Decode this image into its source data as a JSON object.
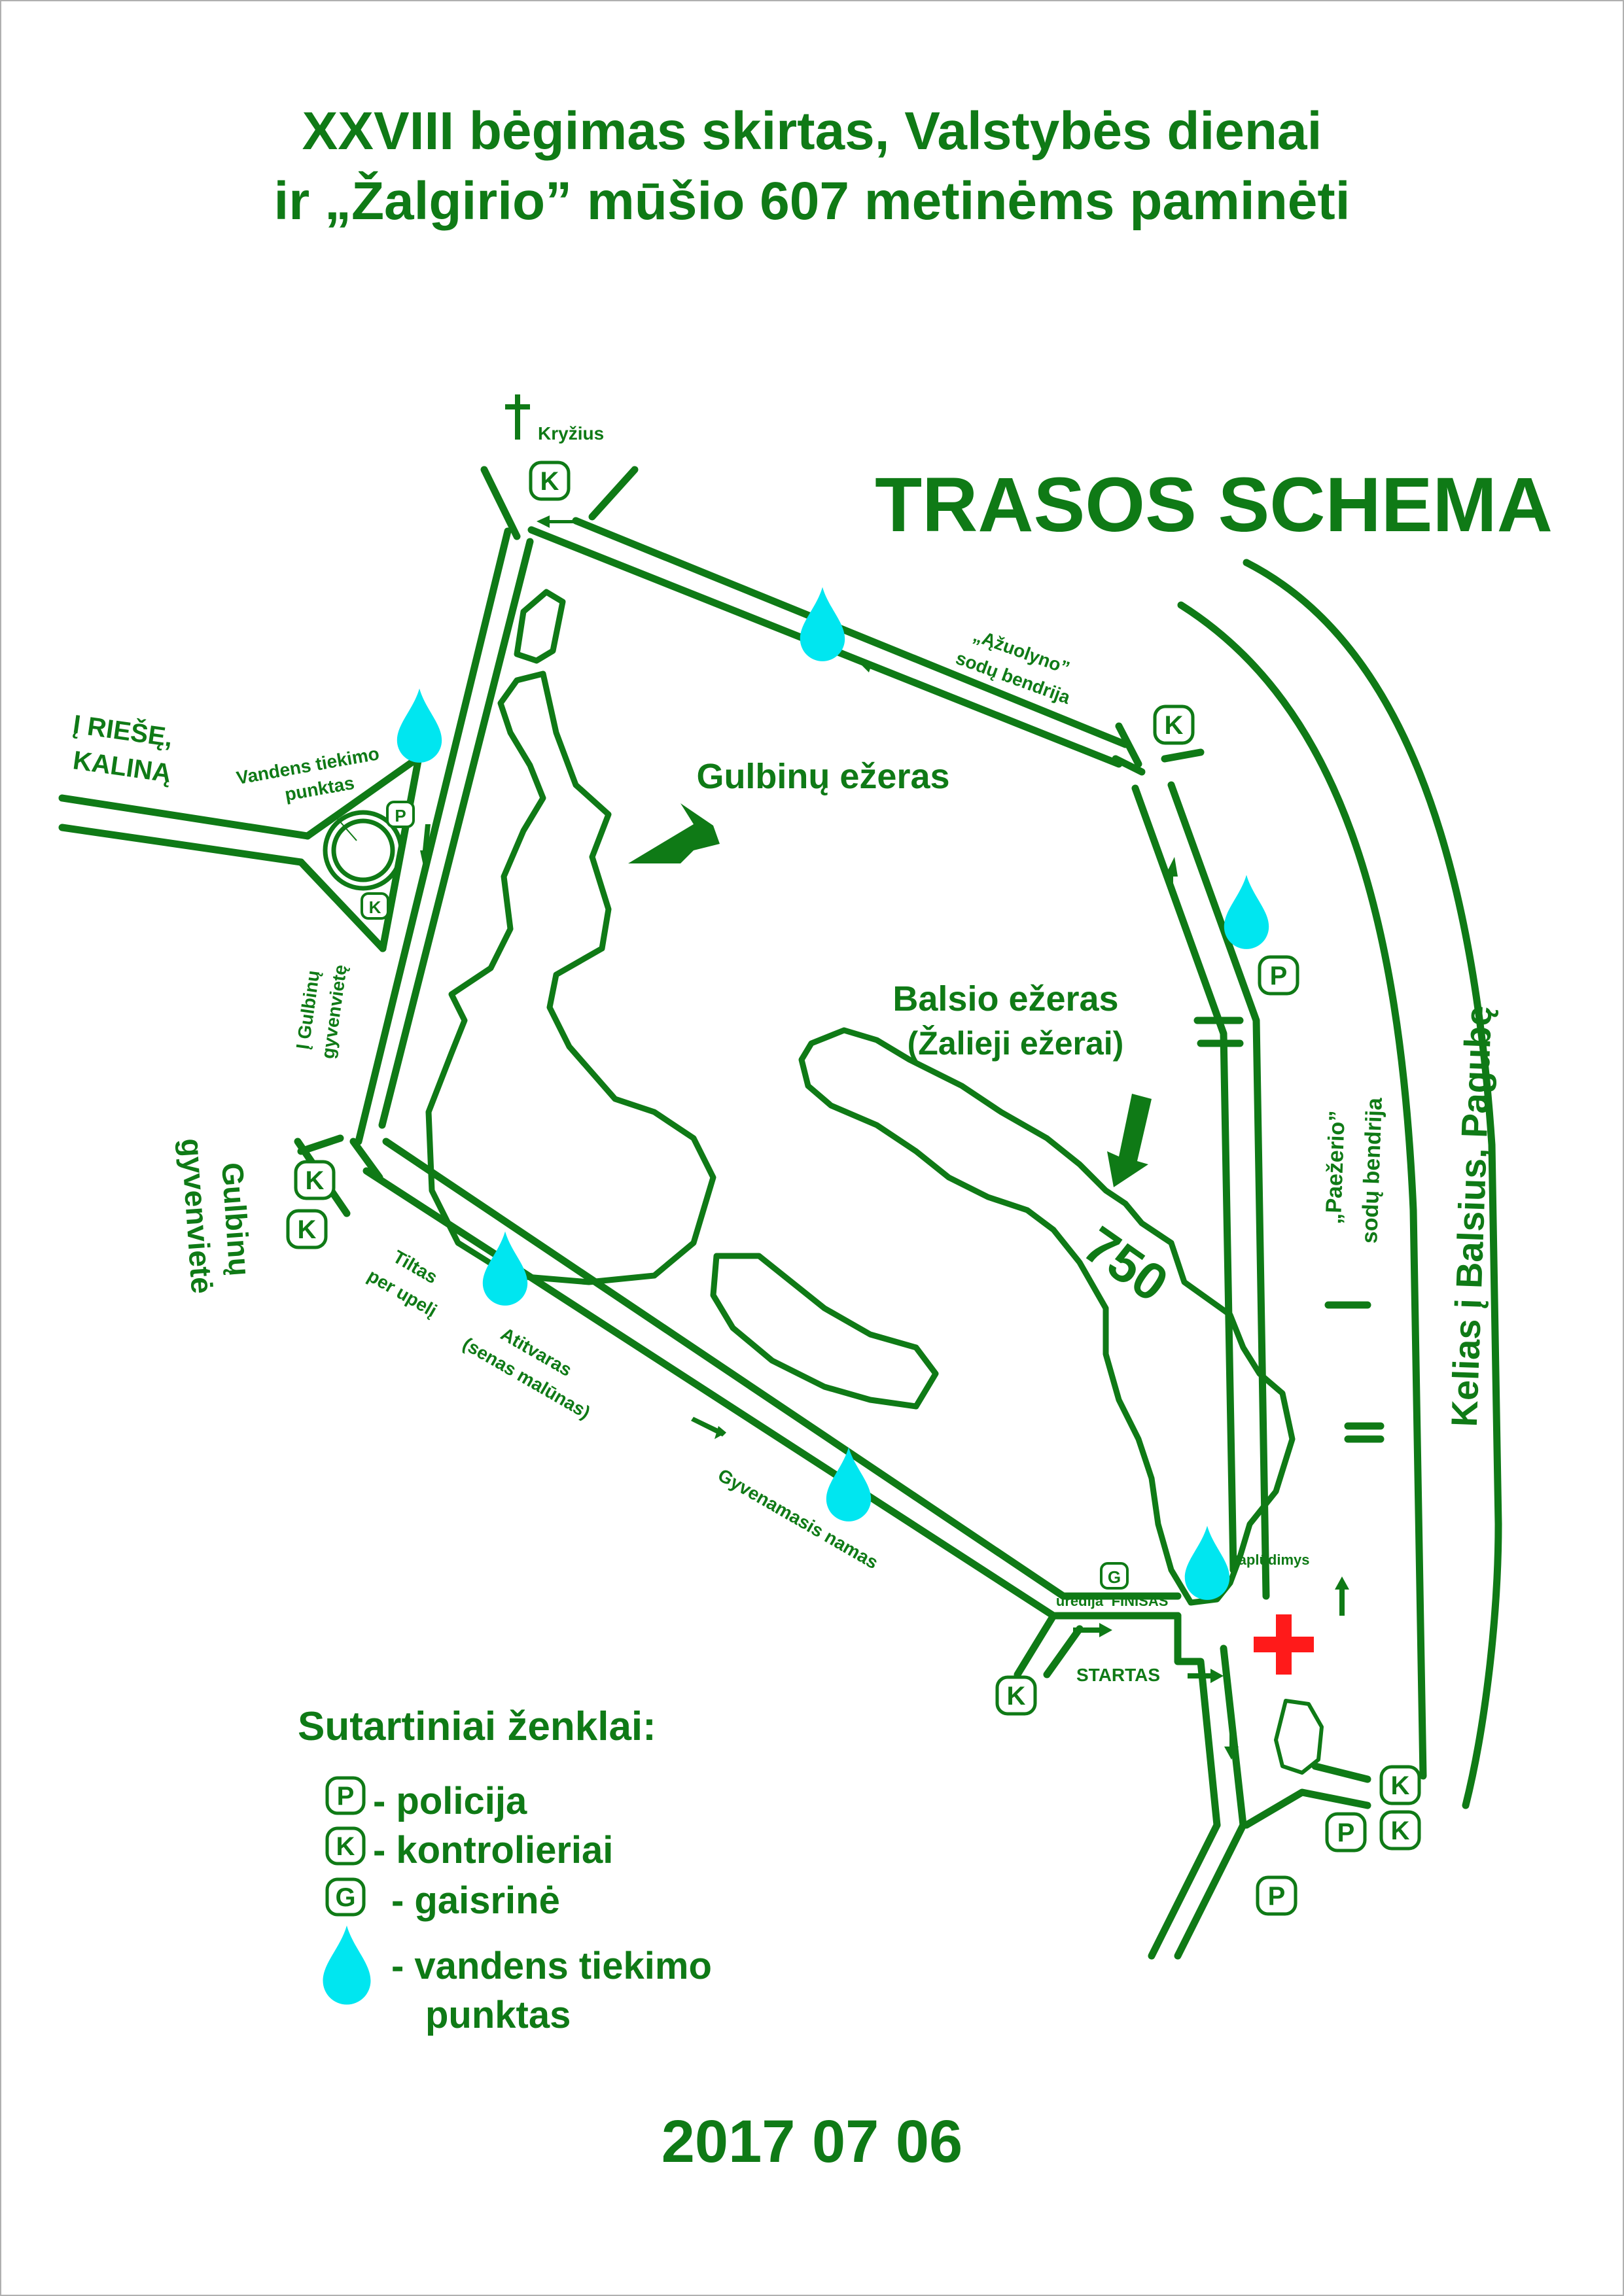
{
  "title": {
    "line1": "XXVIII bėgimas skirtas, Valstybės dienai",
    "line2": "ir „Žalgirio” mūšio 607 metinėms paminėti"
  },
  "heading": "TRASOS SCHEMA",
  "date": "2017 07 06",
  "colors": {
    "green": "#0f7a16",
    "water": "#00e6f0",
    "first_aid": "#ff1a1a",
    "background": "#ffffff"
  },
  "map": {
    "cross_label": "Kryžius",
    "road_riese_line1": "Į RIEŠĘ,",
    "road_riese_line2": "KALINĄ",
    "water_point_line1": "Vandens tiekimo",
    "water_point_line2": "punktas",
    "gulbinu_lake": "Gulbinų ežeras",
    "balsio_lake_line1": "Balsio ežeras",
    "balsio_lake_line2": "(Žalieji ežerai)",
    "distance_mark": "750",
    "azuolyno_line1": "„Ąžuolyno”",
    "azuolyno_line2": "sodų bendrija",
    "paezerio_line1": "„Paežerio”",
    "paezerio_line2": "sodų bendrija",
    "main_road": "Kelias į Balsius, Pagubę",
    "to_gulbinu_line1": "Į Gulbinų",
    "to_gulbinu_line2": "gyvenvietę",
    "gulbinu_village_line1": "Gulbinų",
    "gulbinu_village_line2": "gyvenvietė",
    "bridge_line1": "Tiltas",
    "bridge_line2": "per upelį",
    "atitvaras_line1": "Atitvaras",
    "atitvaras_line2": "(senas malūnas)",
    "residential": "Gyvenamasis namas",
    "uredija": "urėdija",
    "finish": "FINIŠAS",
    "start": "STARTAS",
    "beach": "Paplūdimys"
  },
  "markers": {
    "police": "P",
    "controllers": "K",
    "fire": "G"
  },
  "legend": {
    "title": "Sutartiniai ženklai:",
    "police": "- policija",
    "controllers": "- kontrolieriai",
    "fire": "- gaisrinė",
    "water_line1": "- vandens tiekimo",
    "water_line2": "punktas"
  }
}
